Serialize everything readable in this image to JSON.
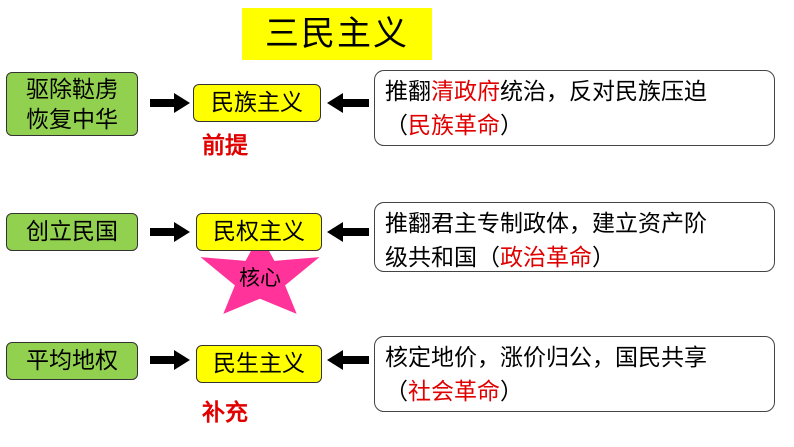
{
  "title": "三民主义",
  "rows": [
    {
      "slogan_line1": "驱除鞑虏",
      "slogan_line2": "恢复中华",
      "principle": "民族主义",
      "note": "前提",
      "desc_pre": "推翻",
      "desc_red1": "清政府",
      "desc_mid": "统治，反对民族压迫",
      "desc_open": "（",
      "desc_red2": "民族革命",
      "desc_close": "）"
    },
    {
      "slogan": "创立民国",
      "principle": "民权主义",
      "star": "核心",
      "desc_line1": "推翻君主专制政体，建立资产阶",
      "desc_line2_pre": "级共和国（",
      "desc_red": "政治革命",
      "desc_close": "）"
    },
    {
      "slogan": "平均地权",
      "principle": "民生主义",
      "note": "补充",
      "desc_line1": "核定地价，涨价归公，国民共享",
      "desc_open": "（",
      "desc_red": "社会革命",
      "desc_close": "）"
    }
  ],
  "colors": {
    "slogan_box": "#92d050",
    "principle_box": "#ffff00",
    "emphasis": "#e00000",
    "star": "#ff3399"
  }
}
